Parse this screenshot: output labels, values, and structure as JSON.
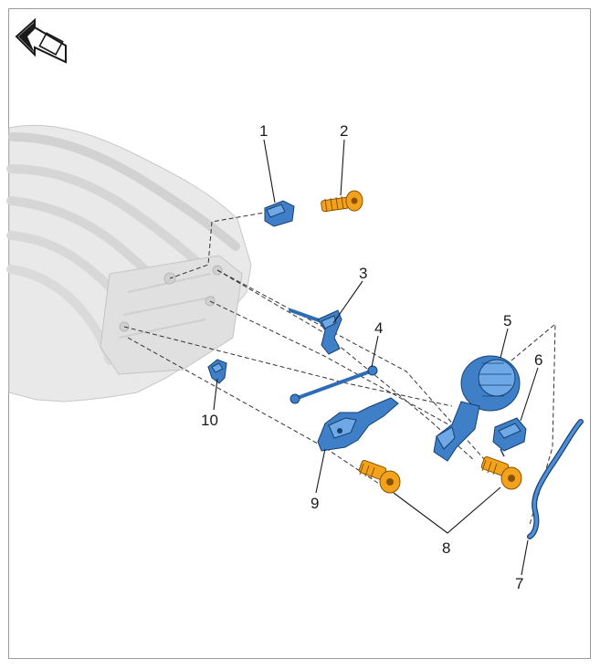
{
  "callouts": [
    "1",
    "2",
    "3",
    "4",
    "5",
    "6",
    "7",
    "8",
    "9",
    "10"
  ],
  "colors": {
    "part_primary": "#3f7fc8",
    "fastener": "#f3a21c",
    "manifold": "#e9e9e9",
    "frame": "#9a9a9a"
  },
  "icons": {
    "orientation": "front-direction-arrow-icon"
  }
}
